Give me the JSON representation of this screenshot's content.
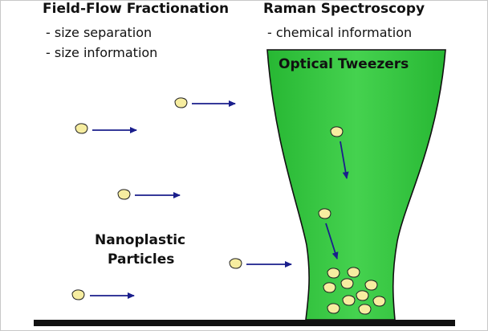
{
  "fff": {
    "title": "Field-Flow Fractionation",
    "bullets": [
      "- size separation",
      "- size information"
    ]
  },
  "raman": {
    "title": "Raman Spectroscopy",
    "bullets": [
      "- chemical information"
    ]
  },
  "tweezers": {
    "label": "Optical Tweezers"
  },
  "particles": {
    "label_line1": "Nanoplastic",
    "label_line2": "Particles"
  },
  "colors": {
    "beam_green": "#2ec63a",
    "beam_light": "#7be07f",
    "particle_fill": "#f6eda0",
    "arrow_blue": "#1a1e8c",
    "ground": "#111111"
  }
}
